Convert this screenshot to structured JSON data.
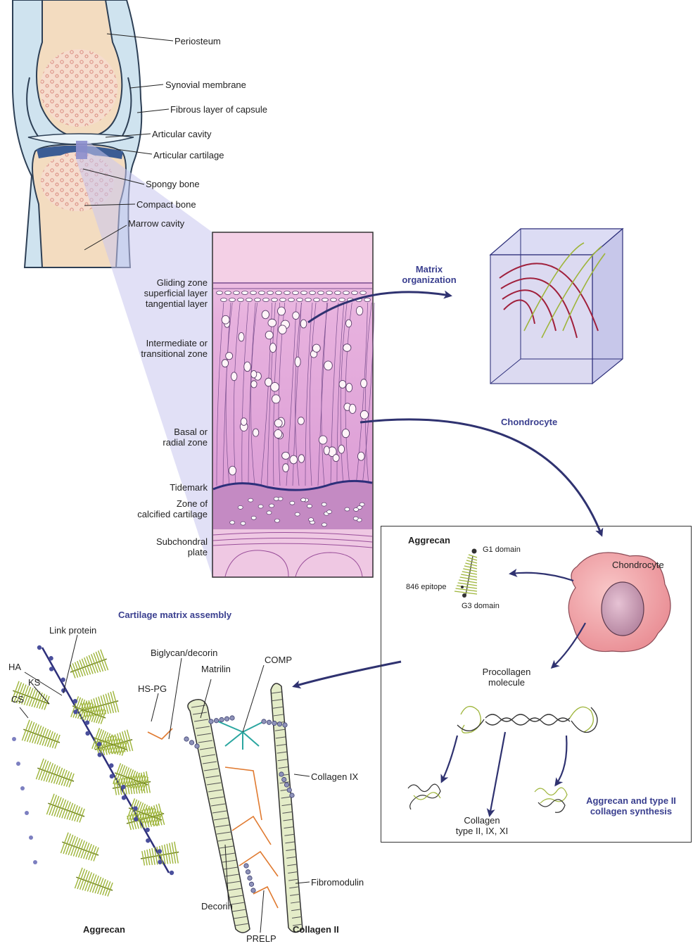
{
  "joint_labels": {
    "periosteum": "Periosteum",
    "synovial_membrane": "Synovial membrane",
    "fibrous_layer": "Fibrous layer of capsule",
    "articular_cavity": "Articular cavity",
    "articular_cartilage": "Articular cartilage",
    "spongy_bone": "Spongy bone",
    "compact_bone": "Compact bone",
    "marrow_cavity": "Marrow cavity"
  },
  "zones": {
    "gliding_1": "Gliding zone",
    "gliding_2": "superficial layer",
    "gliding_3": "tangential layer",
    "intermediate_1": "Intermediate or",
    "intermediate_2": "transitional zone",
    "basal_1": "Basal or",
    "basal_2": "radial zone",
    "tidemark": "Tidemark",
    "calcified_1": "Zone of",
    "calcified_2": "calcified cartilage",
    "subchondral_1": "Subchondral",
    "subchondral_2": "plate"
  },
  "matrix_org": {
    "line1": "Matrix",
    "line2": "organization"
  },
  "chondrocyte_title": "Chondrocyte",
  "synthesis_box": {
    "aggrecan_title": "Aggrecan",
    "g1": "G1 domain",
    "epitope": "846 epitope",
    "g3": "G3 domain",
    "chondrocyte": "Chondrocyte",
    "procollagen_1": "Procollagen",
    "procollagen_2": "molecule",
    "collagen_1": "Collagen",
    "collagen_2": "type II, IX, XI",
    "synthesis_1": "Aggrecan and type II",
    "synthesis_2": "collagen synthesis"
  },
  "assembly": {
    "title": "Cartilage matrix assembly",
    "link_protein": "Link protein",
    "ha": "HA",
    "ks": "KS",
    "cs": "CS",
    "biglycan": "Biglycan/decorin",
    "hspg": "HS-PG",
    "matrilin": "Matrilin",
    "comp": "COMP",
    "collagen_ix": "Collagen IX",
    "fibromodulin": "Fibromodulin",
    "decorin": "Decorin",
    "prelp": "PRELP",
    "aggrecan": "Aggrecan",
    "collagen_ii": "Collagen II"
  },
  "colors": {
    "bone": "#f3dcc0",
    "capsule": "#cfe3ef",
    "cartilage_pink": "#e9b3dd",
    "cartilage_dark": "#b777b5",
    "arrow": "#2f3270",
    "label_blue": "#3a3f8f",
    "aggrecan_green": "#9eb53a",
    "cell_pink": "#f3a0a6"
  }
}
